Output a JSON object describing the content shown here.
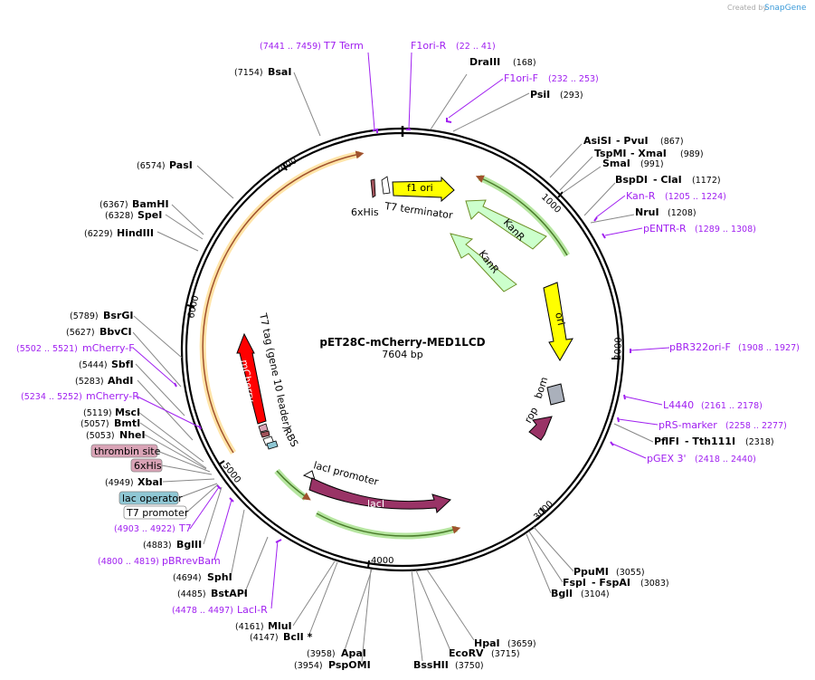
{
  "watermark": {
    "prefix": "Created by",
    "brand": "SnapGene"
  },
  "plasmid": {
    "name": "pET28C-mCherry-MED1LCD",
    "length": "7604 bp"
  },
  "ticks": [
    "1000",
    "2000",
    "3000",
    "4000",
    "5000",
    "6000",
    "7000"
  ],
  "enzymes": [
    {
      "name": "DraIII",
      "pos": "(168)"
    },
    {
      "name": "PsiI",
      "pos": "(293)"
    },
    {
      "name": "AsiSI",
      "sep": "- PvuI",
      "pos": "(867)"
    },
    {
      "name": "TspMI",
      "sep": "- XmaI",
      "pos": "(989)"
    },
    {
      "name": "SmaI",
      "pos": "(991)"
    },
    {
      "name": "BspDI",
      "sep": "- ClaI",
      "pos": "(1172)"
    },
    {
      "name": "NruI",
      "pos": "(1208)"
    },
    {
      "name": "PflFI",
      "sep": "- Tth111I",
      "pos": "(2318)"
    },
    {
      "name": "PpuMI",
      "pos": "(3055)"
    },
    {
      "name": "FspI",
      "sep": "- FspAI",
      "pos": "(3083)"
    },
    {
      "name": "BglI",
      "pos": "(3104)"
    },
    {
      "name": "HpaI",
      "pos": "(3659)"
    },
    {
      "name": "EcoRV",
      "pos": "(3715)"
    },
    {
      "name": "BssHII",
      "pos": "(3750)"
    },
    {
      "name": "ApaI",
      "pos": "(3958)"
    },
    {
      "name": "PspOMI",
      "pos": "(3954)"
    },
    {
      "name": "MluI",
      "pos": "(4161)"
    },
    {
      "name": "BclI *",
      "pos": "(4147)"
    },
    {
      "name": "BstAPI",
      "pos": "(4485)"
    },
    {
      "name": "SphI",
      "pos": "(4694)"
    },
    {
      "name": "BglII",
      "pos": "(4883)"
    },
    {
      "name": "XbaI",
      "pos": "(4949)"
    },
    {
      "name": "NheI",
      "pos": "(5053)"
    },
    {
      "name": "BmtI",
      "pos": "(5057)"
    },
    {
      "name": "MscI",
      "pos": "(5119)"
    },
    {
      "name": "AhdI",
      "pos": "(5283)"
    },
    {
      "name": "SbfI",
      "pos": "(5444)"
    },
    {
      "name": "BbvCI",
      "pos": "(5627)"
    },
    {
      "name": "BsrGI",
      "pos": "(5789)"
    },
    {
      "name": "HindIII",
      "pos": "(6229)"
    },
    {
      "name": "SpeI",
      "pos": "(6328)"
    },
    {
      "name": "BamHI",
      "pos": "(6367)"
    },
    {
      "name": "PasI",
      "pos": "(6574)"
    },
    {
      "name": "BsaI",
      "pos": "(7154)"
    }
  ],
  "primers": [
    {
      "name": "T7 Term",
      "pos": "(7441 .. 7459)"
    },
    {
      "name": "F1ori-R",
      "pos": "(22 .. 41)"
    },
    {
      "name": "F1ori-F",
      "pos": "(232 .. 253)"
    },
    {
      "name": "Kan-R",
      "pos": "(1205 .. 1224)"
    },
    {
      "name": "pENTR-R",
      "pos": "(1289 .. 1308)"
    },
    {
      "name": "pBR322ori-F",
      "pos": "(1908 .. 1927)"
    },
    {
      "name": "L4440",
      "pos": "(2161 .. 2178)"
    },
    {
      "name": "pRS-marker",
      "pos": "(2258 .. 2277)"
    },
    {
      "name": "pGEX 3'",
      "pos": "(2418 .. 2440)"
    },
    {
      "name": "LacI-R",
      "pos": "(4478 .. 4497)"
    },
    {
      "name": "pBRrevBam",
      "pos": "(4800 .. 4819)"
    },
    {
      "name": "T7",
      "pos": "(4903 .. 4922)"
    },
    {
      "name": "mCherry-R",
      "pos": "(5234 .. 5252)"
    },
    {
      "name": "mCherry-F",
      "pos": "(5502 .. 5521)"
    }
  ],
  "boxed_features": [
    "thrombin site",
    "6xHis",
    "lac operator",
    "T7 promoter"
  ],
  "features": {
    "f1ori": "f1 ori",
    "kanr1": "KanR",
    "kanr2": "KanR",
    "ori": "ori",
    "bom": "bom",
    "rop": "rop",
    "laci": "lacI",
    "laci_promoter": "lacI promoter",
    "mcherry": "mCherry",
    "t7tag": "T7 tag (gene 10 leader)",
    "rbs": "RBS",
    "his_top": "6xHis",
    "t7_terminator": "T7 terminator"
  },
  "colors": {
    "backbone": "#000000",
    "primer": "#a020f0",
    "f1ori": "#ffff00",
    "kanr": "#ccffcc",
    "ori": "#ffff00",
    "bom": "#aab0bb",
    "rop": "#993366",
    "laci": "#993366",
    "mcherry": "#ff0000",
    "thrombin": "#d9a3b6",
    "lacop": "#8fc7d4",
    "orf_arc": "#ffe4a8",
    "orf_arc_green": "#b6e6a0"
  }
}
